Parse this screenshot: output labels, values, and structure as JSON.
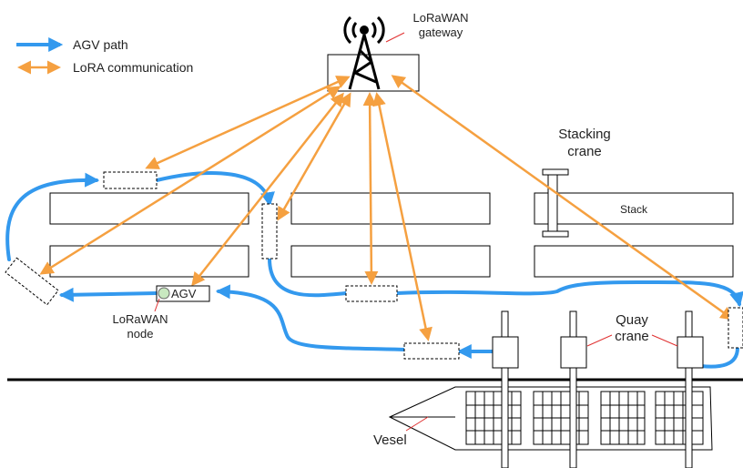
{
  "colors": {
    "agv_path": "#3399ee",
    "lora": "#f5a040",
    "line": "#000000",
    "node_fill": "#c8e8c0",
    "annotation": "#e03030"
  },
  "legend": {
    "agv_path": "AGV path",
    "lora": "LoRA communication"
  },
  "gateway": {
    "icon": "antenna-tower-icon",
    "label_line1": "LoRaWAN",
    "label_line2": "gateway"
  },
  "stack": {
    "label": "Stack"
  },
  "stacking_crane": {
    "label_line1": "Stacking",
    "label_line2": "crane"
  },
  "agv": {
    "label": "AGV"
  },
  "node": {
    "label_line1": "LoRaWAN",
    "label_line2": "node"
  },
  "quay_crane": {
    "label_line1": "Quay",
    "label_line2": "crane"
  },
  "vessel": {
    "label": "Vesel"
  }
}
